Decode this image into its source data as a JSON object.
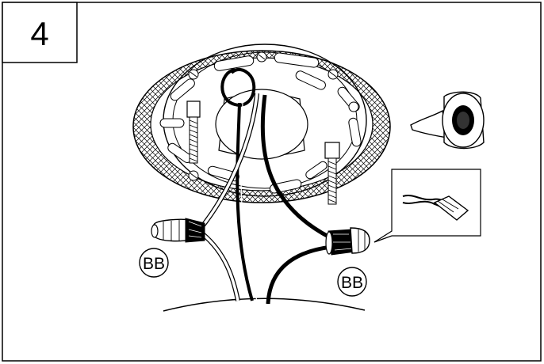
{
  "step": {
    "number": "4"
  },
  "labels": {
    "connector_left": "BB",
    "connector_right": "BB"
  },
  "icons": [
    "electrical-tape-icon",
    "wire-twist-inset",
    "wire-connector-icon",
    "mounting-bracket",
    "ceiling-outlet-box"
  ]
}
